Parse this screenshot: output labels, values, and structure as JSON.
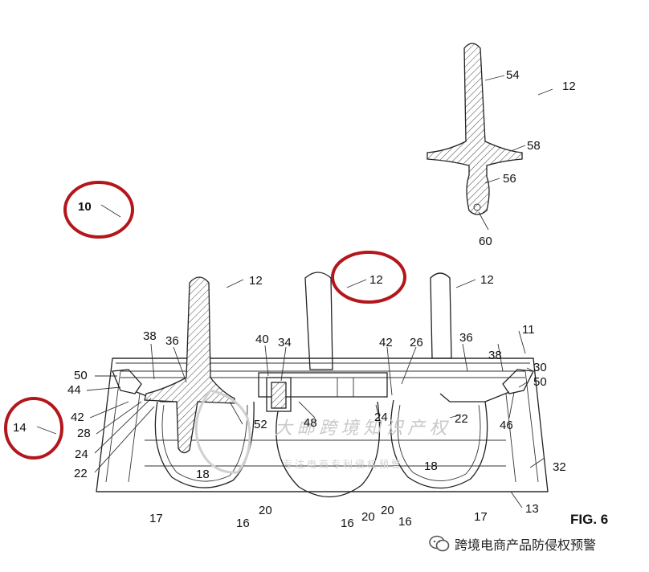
{
  "figure": {
    "caption": "FIG. 6",
    "reference_numerals": {
      "n10": "10",
      "n11": "11",
      "n12": "12",
      "n13": "13",
      "n14": "14",
      "n16": "16",
      "n17": "17",
      "n18": "18",
      "n20": "20",
      "n22": "22",
      "n24": "24",
      "n26": "26",
      "n28": "28",
      "n30": "30",
      "n32": "32",
      "n34": "34",
      "n36": "36",
      "n38": "38",
      "n40": "40",
      "n42": "42",
      "n44": "44",
      "n46": "46",
      "n48": "48",
      "n50": "50",
      "n52": "52",
      "n54": "54",
      "n56": "56",
      "n58": "58",
      "n60": "60"
    }
  },
  "watermark": {
    "line1": "大 邮 跨 境 知 识 产 权",
    "line2": "专 注 电 商 专 利 侵 权 预 警"
  },
  "channel_badge": {
    "icon": "wechat-icon",
    "text": "跨境电商产品防侵权预警"
  },
  "highlight_color": "#b3161b"
}
